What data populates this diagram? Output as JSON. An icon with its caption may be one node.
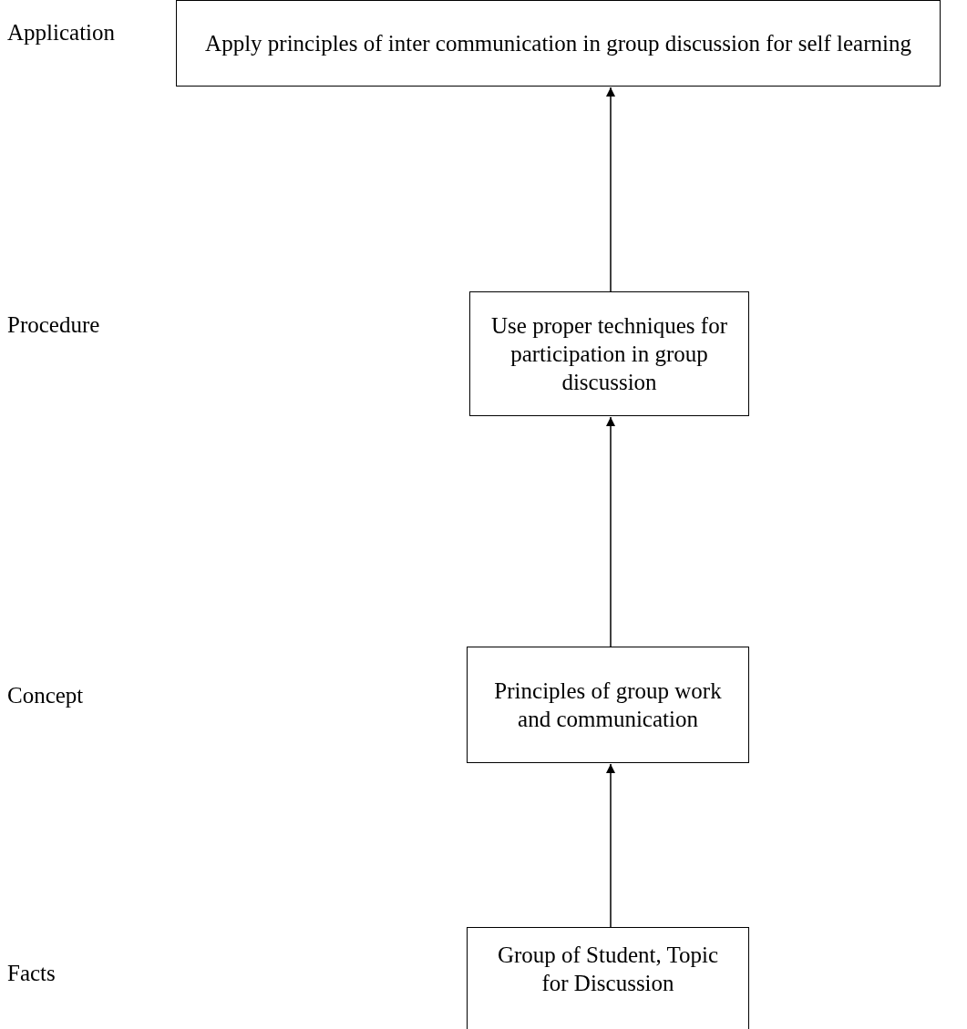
{
  "diagram": {
    "nodes": [
      {
        "text": [
          "Apply principles of inter communication in group discussion for self learning"
        ]
      },
      {
        "text": [
          "Use proper techniques for participation in group discussion"
        ]
      },
      {
        "text": [
          "Principles of group work and communication"
        ]
      },
      {
        "text": [
          "Group of Student, Topic for Discussion"
        ]
      }
    ],
    "edges": [
      {
        "from": 1,
        "to": 0,
        "arrow": "to"
      },
      {
        "from": 2,
        "to": 1,
        "arrow": "to"
      },
      {
        "from": 3,
        "to": 2,
        "arrow": "to"
      }
    ],
    "labels": [
      "Application",
      "Procedure",
      "Concept",
      "Facts"
    ]
  }
}
